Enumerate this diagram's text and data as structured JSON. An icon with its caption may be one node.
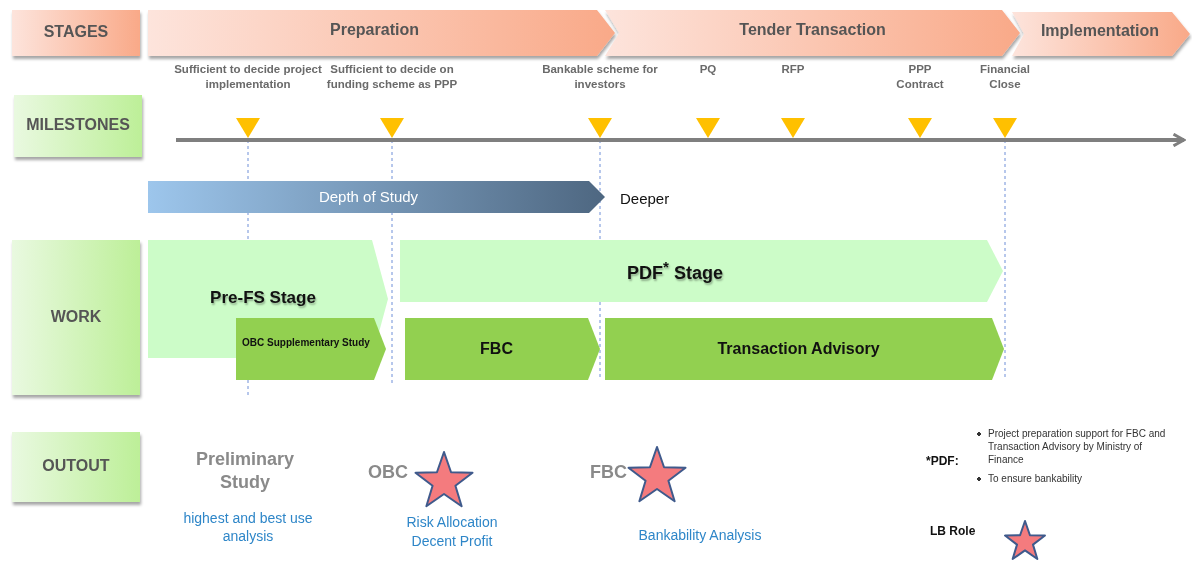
{
  "diagram": {
    "nodes": [
      {
        "text": [
          "STAGES"
        ]
      },
      {
        "text": [
          "Preparation"
        ]
      },
      {
        "text": [
          "Tender Transaction"
        ]
      },
      {
        "text": [
          "Implementation"
        ]
      },
      {
        "text": [
          "MILESTONES"
        ]
      },
      {
        "text": [
          "Depth of  Study"
        ]
      },
      {
        "text": [
          "WORK"
        ]
      },
      {
        "text": [
          "Pre-FS Stage"
        ]
      },
      {
        "text": [
          "OBC Supplementary Study"
        ]
      },
      {
        "text": [
          "PDF$^{*}$ Stage"
        ]
      },
      {
        "text": [
          "FBC"
        ]
      },
      {
        "text": [
          "Transaction Advisory"
        ]
      },
      {
        "text": [
          "OUTOUT"
        ]
      }
    ],
    "labels": [
      "Sufficient to decide project implementation",
      "Sufficient to decide on funding scheme as PPP",
      "Bankable scheme for investors",
      "PQ",
      "RFP",
      "PPP Contract",
      "Financial Close",
      "Deeper",
      "Preliminary Study",
      "OBC",
      "FBC",
      "*PDF:",
      "Project preparation support for FBC and Transaction Advisory by Ministry of Finance",
      "To ensure bankability",
      "highest and best use analysis",
      "Risk Allocation",
      "Decent Profit",
      "Bankability Analysis",
      "LB Role"
    ]
  }
}
